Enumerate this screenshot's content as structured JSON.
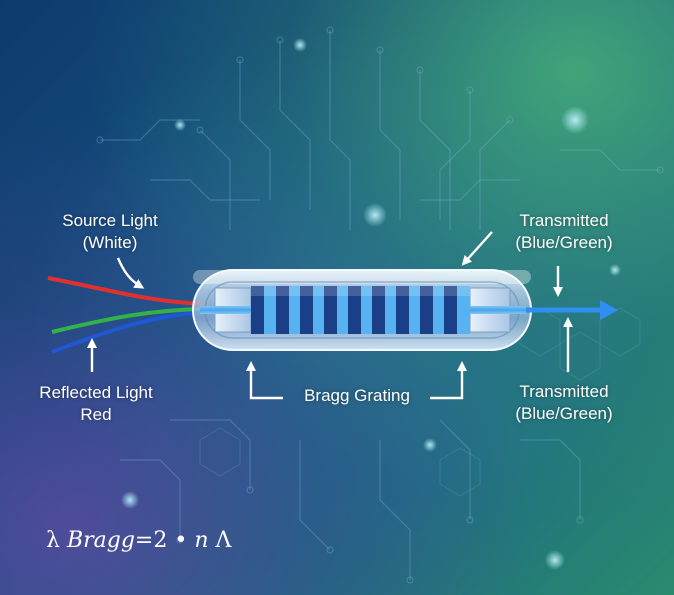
{
  "labels": {
    "source_line1": "Source Light",
    "source_line2": "(White)",
    "reflected_line1": "Reflected Light",
    "reflected_line2": "Red",
    "grating": "Bragg Grating",
    "transmitted_top_line1": "Transmitted",
    "transmitted_top_line2": "(Blue/Green)",
    "transmitted_bottom_line1": "Transmitted",
    "transmitted_bottom_line2": "(Blue/Green)"
  },
  "formula": {
    "lambda": "λ",
    "subscript": "Bragg",
    "equals": "=",
    "two": "2",
    "dot": "•",
    "n": "n",
    "period": "Λ"
  },
  "colors": {
    "red_fiber": "#e0312f",
    "green_fiber": "#33b24a",
    "blue_fiber": "#1f57d4",
    "output_beam": "#2f8ff0",
    "grating_dark": "#1a3f86",
    "grating_light": "#56b2f0"
  }
}
